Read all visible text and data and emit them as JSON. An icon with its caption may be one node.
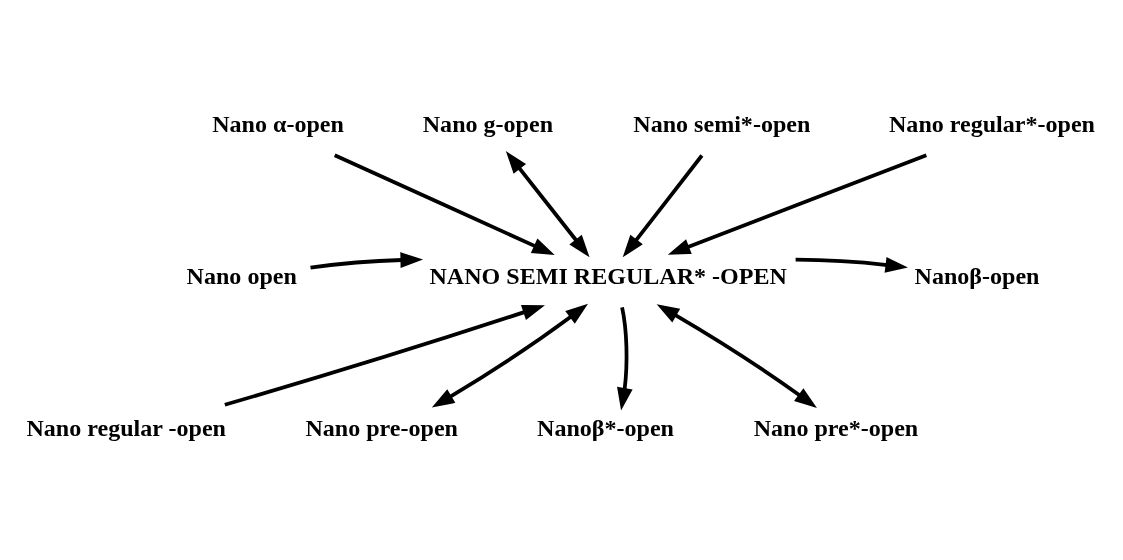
{
  "diagram": {
    "nodes": [
      {
        "text": [
          "Nano α-open"
        ]
      },
      {
        "text": [
          "Nano g-open"
        ]
      },
      {
        "text": [
          "Nano semi*-open"
        ]
      },
      {
        "text": [
          "Nano regular*-open"
        ]
      },
      {
        "text": [
          "Nano open"
        ]
      },
      {
        "text": [
          "NANO SEMI REGULAR* -OPEN"
        ]
      },
      {
        "text": [
          "Nanoβ-open"
        ]
      },
      {
        "text": [
          "Nano regular -open"
        ]
      },
      {
        "text": [
          "Nano pre-open"
        ]
      },
      {
        "text": [
          "Nanoβ*-open"
        ]
      },
      {
        "text": [
          "Nano pre*-open"
        ]
      }
    ],
    "edges": [
      {
        "from": 0,
        "to": 5,
        "arrow": "to"
      },
      {
        "from": 1,
        "to": 5,
        "arrow": "both"
      },
      {
        "from": 2,
        "to": 5,
        "arrow": "to"
      },
      {
        "from": 3,
        "to": 5,
        "arrow": "to"
      },
      {
        "from": 4,
        "to": 5,
        "arrow": "to"
      },
      {
        "from": 5,
        "to": 6,
        "arrow": "to"
      },
      {
        "from": 7,
        "to": 5,
        "arrow": "to"
      },
      {
        "from": 8,
        "to": 5,
        "arrow": "both"
      },
      {
        "from": 5,
        "to": 9,
        "arrow": "to"
      },
      {
        "from": 10,
        "to": 5,
        "arrow": "both"
      }
    ]
  }
}
